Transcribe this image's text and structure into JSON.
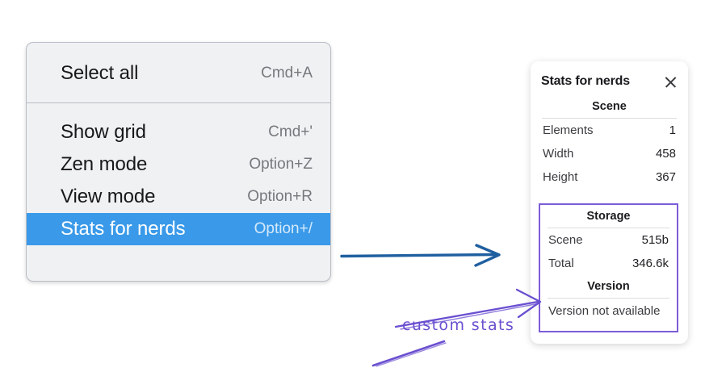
{
  "context_menu": {
    "name": "context-menu",
    "groups": [
      {
        "items": [
          {
            "label": "Select all",
            "shortcut": "Cmd+A",
            "selected": false
          }
        ]
      },
      {
        "items": [
          {
            "label": "Show grid",
            "shortcut": "Cmd+'",
            "selected": false
          },
          {
            "label": "Zen mode",
            "shortcut": "Option+Z",
            "selected": false
          },
          {
            "label": "View mode",
            "shortcut": "Option+R",
            "selected": false
          },
          {
            "label": "Stats for nerds",
            "shortcut": "Option+/",
            "selected": true
          }
        ]
      }
    ]
  },
  "stats_panel": {
    "title": "Stats for nerds",
    "close_icon": "close-icon",
    "scene": {
      "heading": "Scene",
      "rows": [
        {
          "label": "Elements",
          "value": "1"
        },
        {
          "label": "Width",
          "value": "458"
        },
        {
          "label": "Height",
          "value": "367"
        }
      ]
    },
    "storage": {
      "heading": "Storage",
      "rows": [
        {
          "label": "Scene",
          "value": "515b"
        },
        {
          "label": "Total",
          "value": "346.6k"
        }
      ]
    },
    "version": {
      "heading": "Version",
      "note": "Version not available"
    }
  },
  "annotations": {
    "blue_arrow": "arrow-right-icon",
    "custom_stats_label": "custom stats",
    "purple_arrow": "arrow-up-right-icon",
    "purple_underline": "underline-stroke"
  },
  "colors": {
    "menu_background": "#f0f1f3",
    "menu_border": "#b9bec6",
    "selection_blue": "#3a9ae9",
    "blue_arrow": "#1f5fa0",
    "annotation_purple": "#6a4fd0",
    "highlight_box_purple": "#7c5cd8",
    "panel_background": "#ffffff",
    "divider_gray": "#dcdcdf"
  }
}
